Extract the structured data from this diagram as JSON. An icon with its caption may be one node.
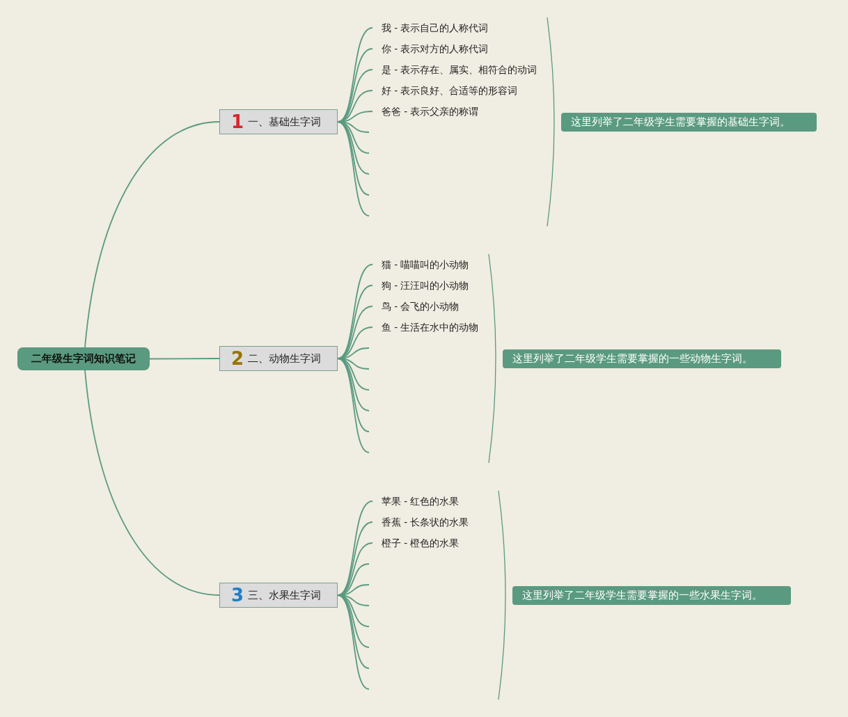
{
  "diagram": {
    "nodes": [
      {
        "text": [
          "二年级生字词知识笔记"
        ]
      },
      {
        "text": [
          "1",
          "一、基础生字词"
        ]
      },
      {
        "text": [
          "我 - 表示自己的人称代词"
        ]
      },
      {
        "text": [
          "你 - 表示对方的人称代词"
        ]
      },
      {
        "text": [
          "是 - 表示存在、属实、相符合的动词"
        ]
      },
      {
        "text": [
          "好 - 表示良好、合适等的形容词"
        ]
      },
      {
        "text": [
          "爸爸 - 表示父亲的称谓"
        ]
      },
      {
        "text": [
          "这里列举了二年级学生需要掌握的基础生字词。"
        ]
      },
      {
        "text": [
          "2",
          "二、动物生字词"
        ]
      },
      {
        "text": [
          "猫 - 喵喵叫的小动物"
        ]
      },
      {
        "text": [
          "狗 - 汪汪叫的小动物"
        ]
      },
      {
        "text": [
          "鸟 - 会飞的小动物"
        ]
      },
      {
        "text": [
          "鱼 - 生活在水中的动物"
        ]
      },
      {
        "text": [
          "这里列举了二年级学生需要掌握的一些动物生字词。"
        ]
      },
      {
        "text": [
          "3",
          "三、水果生字词"
        ]
      },
      {
        "text": [
          "苹果 - 红色的水果"
        ]
      },
      {
        "text": [
          "香蕉 - 长条状的水果"
        ]
      },
      {
        "text": [
          "橙子 - 橙色的水果"
        ]
      },
      {
        "text": [
          "这里列举了二年级学生需要掌握的一些水果生字词。"
        ]
      }
    ],
    "edges": [
      {
        "from": 0,
        "to": 1,
        "arrow": "none"
      },
      {
        "from": 0,
        "to": 8,
        "arrow": "none"
      },
      {
        "from": 0,
        "to": 14,
        "arrow": "none"
      },
      {
        "from": 1,
        "to": 2,
        "arrow": "none"
      },
      {
        "from": 1,
        "to": 3,
        "arrow": "none"
      },
      {
        "from": 1,
        "to": 4,
        "arrow": "none"
      },
      {
        "from": 1,
        "to": 5,
        "arrow": "none"
      },
      {
        "from": 1,
        "to": 6,
        "arrow": "none"
      },
      {
        "from": 1,
        "to": null,
        "arrow": "none"
      },
      {
        "from": 1,
        "to": null,
        "arrow": "none"
      },
      {
        "from": 1,
        "to": null,
        "arrow": "none"
      },
      {
        "from": 1,
        "to": null,
        "arrow": "none"
      },
      {
        "from": 1,
        "to": null,
        "arrow": "none"
      },
      {
        "from": 8,
        "to": 9,
        "arrow": "none"
      },
      {
        "from": 8,
        "to": 10,
        "arrow": "none"
      },
      {
        "from": 8,
        "to": 11,
        "arrow": "none"
      },
      {
        "from": 8,
        "to": 12,
        "arrow": "none"
      },
      {
        "from": 8,
        "to": null,
        "arrow": "none"
      },
      {
        "from": 8,
        "to": null,
        "arrow": "none"
      },
      {
        "from": 8,
        "to": null,
        "arrow": "none"
      },
      {
        "from": 8,
        "to": null,
        "arrow": "none"
      },
      {
        "from": 8,
        "to": null,
        "arrow": "none"
      },
      {
        "from": 8,
        "to": null,
        "arrow": "none"
      },
      {
        "from": 14,
        "to": 15,
        "arrow": "none"
      },
      {
        "from": 14,
        "to": 16,
        "arrow": "none"
      },
      {
        "from": 14,
        "to": 17,
        "arrow": "none"
      },
      {
        "from": 14,
        "to": null,
        "arrow": "none"
      },
      {
        "from": 14,
        "to": null,
        "arrow": "none"
      },
      {
        "from": 14,
        "to": null,
        "arrow": "none"
      },
      {
        "from": 14,
        "to": null,
        "arrow": "none"
      },
      {
        "from": 14,
        "to": null,
        "arrow": "none"
      },
      {
        "from": 14,
        "to": null,
        "arrow": "none"
      },
      {
        "from": 14,
        "to": null,
        "arrow": "none"
      }
    ]
  }
}
